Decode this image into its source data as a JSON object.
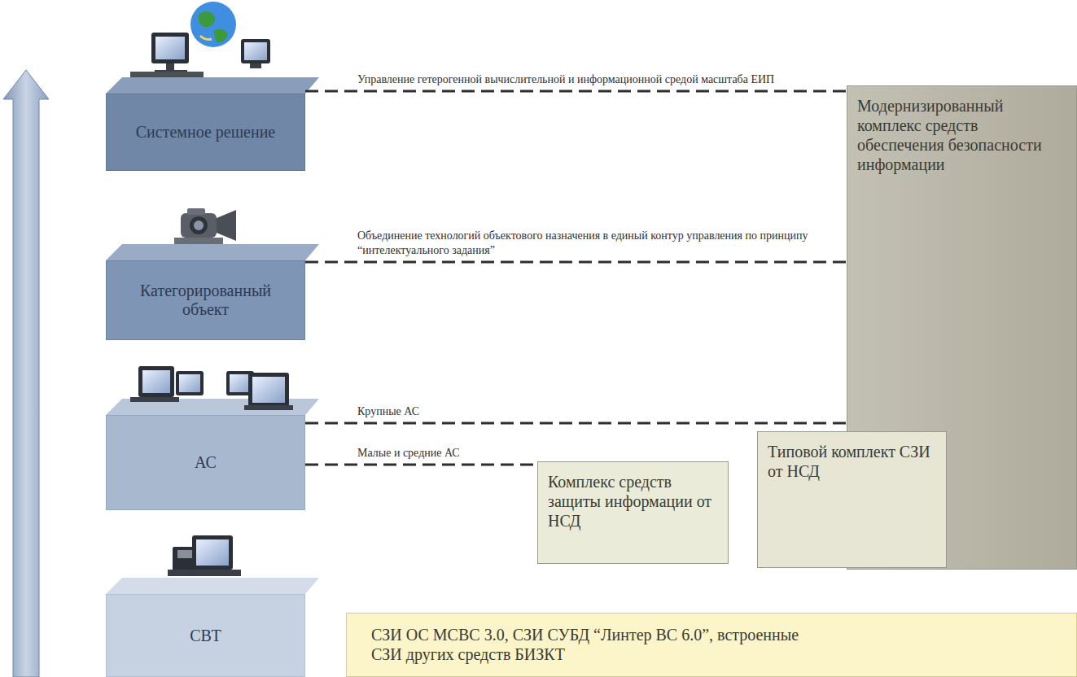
{
  "diagram": {
    "nodes": [
      {
        "text": [
          "Системное решение"
        ]
      },
      {
        "text": [
          "Модернизированный комплекс средств обеспечения безопасности информации"
        ]
      },
      {
        "text": [
          "Категорированный объект"
        ]
      },
      {
        "text": [
          "АС"
        ]
      },
      {
        "text": [
          "Типовой комплект СЗИ от НСД"
        ]
      },
      {
        "text": [
          "Комплекс средств защиты информации от НСД"
        ]
      },
      {
        "text": [
          "СВТ"
        ]
      },
      {
        "text": [
          "СЗИ ОС МСВС 3.0, СЗИ СУБД “Линтер ВС 6.0”, встроенные СЗИ других средств БИЗКТ"
        ]
      }
    ],
    "edges": [
      {
        "from": 0,
        "to": 1,
        "arrow": "none",
        "label": "Управление гетерогенной вычислительной и информационной средой масштаба ЕИП"
      },
      {
        "from": 2,
        "to": 1,
        "arrow": "none",
        "label": "Объединение технологий объектового назначения в единый контур управления по принципу “интелектуального задания”"
      },
      {
        "from": 3,
        "to": 1,
        "arrow": "none",
        "label": "Крупные АС"
      },
      {
        "from": 3,
        "to": 5,
        "arrow": "none",
        "label": "Малые и средние АС"
      }
    ]
  }
}
